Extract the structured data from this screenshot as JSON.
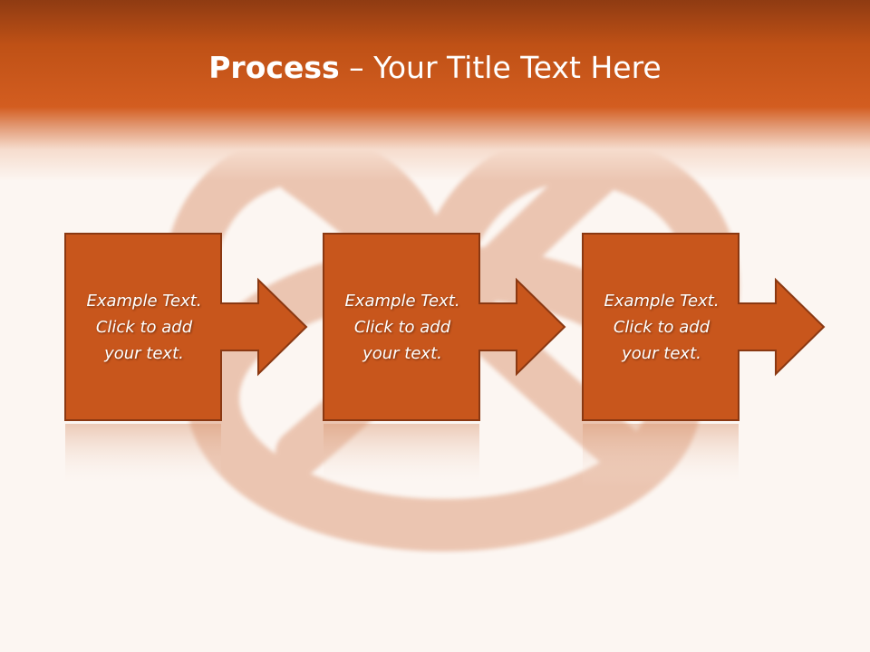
{
  "slide": {
    "title_bold": "Process",
    "title_rest": " – Your Title Text Here",
    "steps": [
      {
        "text": "Example Text. Click  to add your text."
      },
      {
        "text": "Example Text. Click  to add your text."
      },
      {
        "text": "Example Text. Click  to add your text."
      }
    ]
  },
  "colors": {
    "header_top": "#8f3b12",
    "header_mid": "#d35d20",
    "box_fill": "#c8561c",
    "box_border": "#8a3812",
    "background": "#fcf6f2"
  }
}
